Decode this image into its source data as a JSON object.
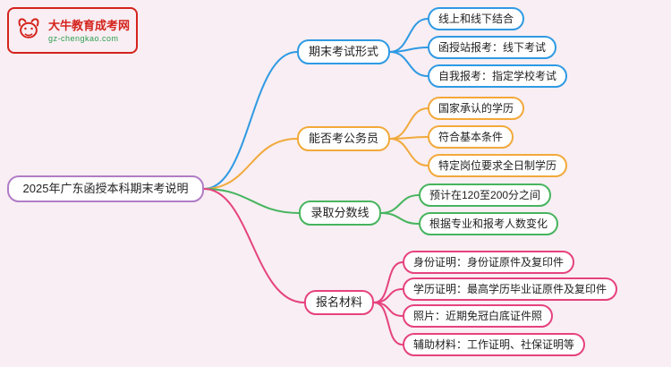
{
  "page": {
    "background": "#f8eef3"
  },
  "logo": {
    "title": "大牛教育成考网",
    "subtitle": "gz-chengkao.com",
    "border_color": "#d4231c",
    "title_color": "#d4231c",
    "subtitle_color": "#2e9e4f"
  },
  "root": {
    "label": "2025年广东函授本科期末考说明",
    "color": "#b07cc6"
  },
  "branches": [
    {
      "label": "期末考试形式",
      "color": "#2f9ae3",
      "leaves": [
        "线上和线下结合",
        "函授站报考：线下考试",
        "自我报考：指定学校考试"
      ]
    },
    {
      "label": "能否考公务员",
      "color": "#f2a93b",
      "leaves": [
        "国家承认的学历",
        "符合基本条件",
        "特定岗位要求全日制学历"
      ]
    },
    {
      "label": "录取分数线",
      "color": "#46b45e",
      "leaves": [
        "预计在120至200分之间",
        "根据专业和报考人数变化"
      ]
    },
    {
      "label": "报名材料",
      "color": "#e6427e",
      "leaves": [
        "身份证明：身份证原件及复印件",
        "学历证明：最高学历毕业证原件及复印件",
        "照片：近期免冠白底证件照",
        "辅助材料：工作证明、社保证明等"
      ]
    }
  ]
}
